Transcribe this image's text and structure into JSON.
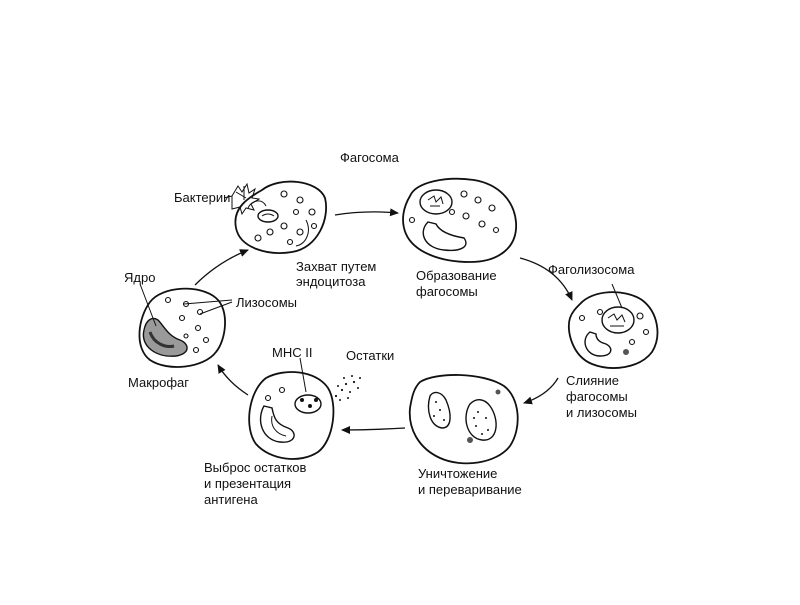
{
  "labels": {
    "phagosome": "Фагосома",
    "bacteria": "Бактерии",
    "capture_l1": "Захват путем",
    "capture_l2": "эндоцитоза",
    "formation_l1": "Образование",
    "formation_l2": "фагосомы",
    "phagolysosome": "Фаголизосома",
    "fusion_l1": "Слияние",
    "fusion_l2": "фагосомы",
    "fusion_l3": "и лизосомы",
    "destruction_l1": "Уничтожение",
    "destruction_l2": "и переваривание",
    "remnants": "Остатки",
    "mhc": "МНС II",
    "release_l1": "Выброс остатков",
    "release_l2": "и презентация",
    "release_l3": "антигена",
    "macrophage": "Макрофаг",
    "nucleus": "Ядро",
    "lysosomes": "Лизосомы"
  },
  "colors": {
    "ink": "#111111",
    "nucleus_fill": "#9a9a9a",
    "background": "#ffffff"
  }
}
